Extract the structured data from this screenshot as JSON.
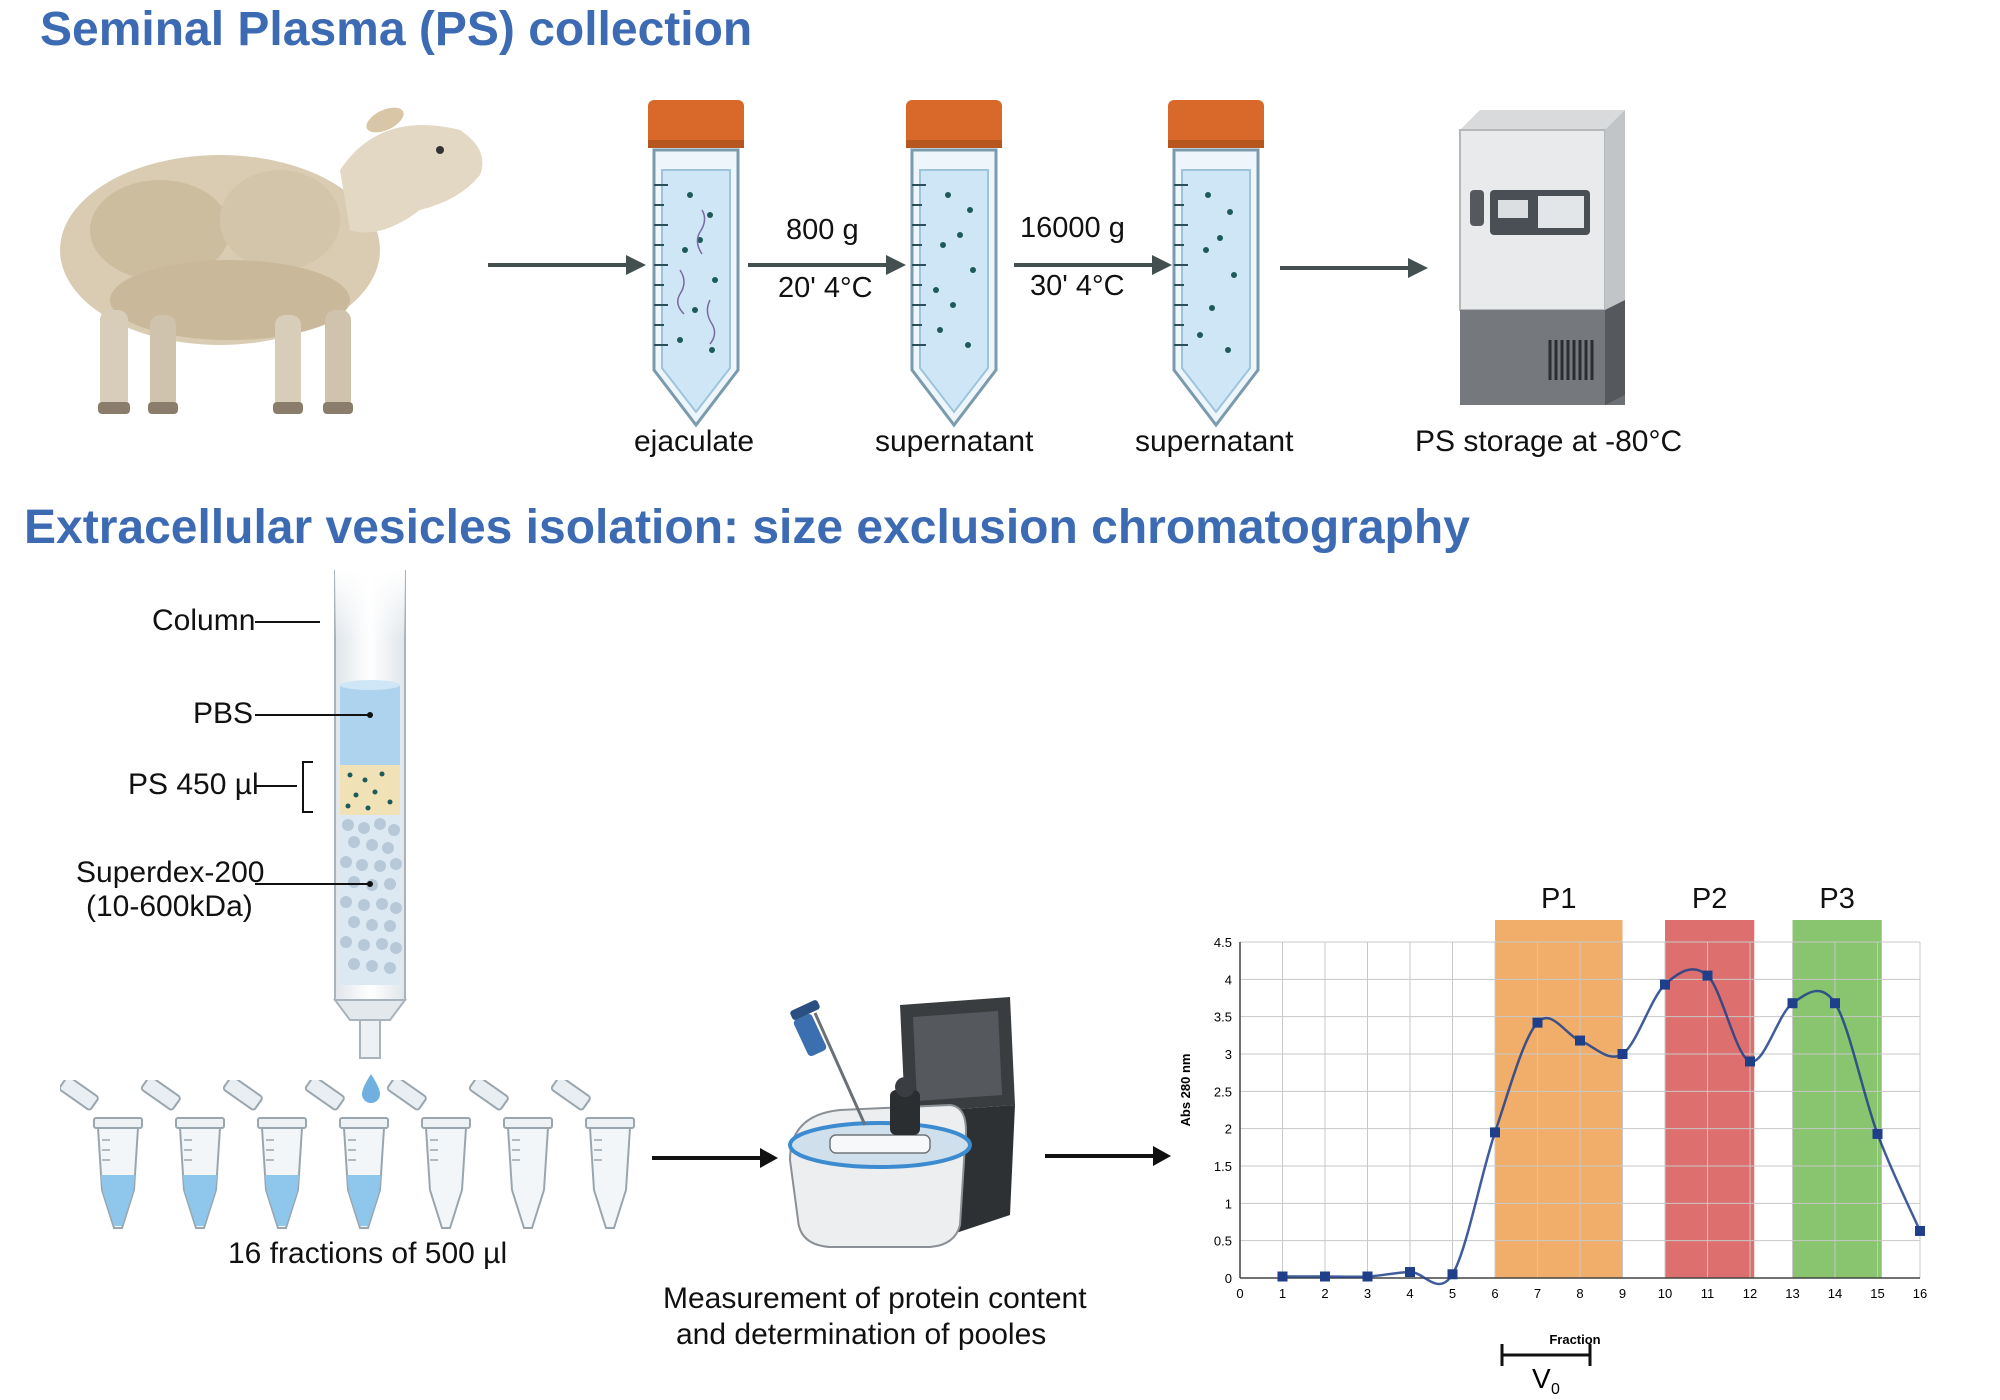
{
  "section1": {
    "title": "Seminal Plasma (PS) collection",
    "tubes": [
      {
        "label": "ejaculate"
      },
      {
        "label": "supernatant"
      },
      {
        "label": "supernatant"
      }
    ],
    "centrifuge_steps": [
      {
        "force": "800 g",
        "time_temp": "20' 4°C"
      },
      {
        "force": "16000 g",
        "time_temp": "30' 4°C"
      }
    ],
    "storage_label": "PS storage at -80°C"
  },
  "section2": {
    "title": "Extracellular vesicles isolation: size exclusion chromatography",
    "column_labels": {
      "column": "Column",
      "pbs": "PBS",
      "ps": "PS 450 µl",
      "superdex_line1": "Superdex-200",
      "superdex_line2": "(10-600kDa)"
    },
    "fractions_label": "16 fractions of 500 µl",
    "measurement_line1": "Measurement of protein content",
    "measurement_line2": "and determination of pooles",
    "v0_label": "V",
    "v0_sub": "0"
  },
  "colors": {
    "title_blue": "#3d6bb3",
    "cap_orange": "#d9692a",
    "tube_liquid": "#cfe6f7",
    "ps_layer": "#f0e2b6",
    "pool_p1": "#f0a55a",
    "pool_p2": "#d9605e",
    "pool_p3": "#7cbf5e",
    "curve": "#1f3f8a"
  },
  "chart_data": {
    "type": "line",
    "title": "",
    "xlabel": "Fraction",
    "ylabel": "Abs 280 nm",
    "xlim": [
      0,
      16
    ],
    "ylim": [
      0,
      4.5
    ],
    "x_ticks": [
      "0",
      "1",
      "2",
      "3",
      "4",
      "5",
      "6",
      "7",
      "8",
      "9",
      "10",
      "11",
      "12",
      "13",
      "14",
      "15",
      "16"
    ],
    "y_ticks": [
      "0",
      "0.5",
      "1",
      "1.5",
      "2",
      "2.5",
      "3",
      "3.5",
      "4",
      "4.5"
    ],
    "grid": true,
    "x": [
      1,
      2,
      3,
      4,
      5,
      6,
      7,
      8,
      9,
      10,
      11,
      12,
      13,
      14,
      15,
      16
    ],
    "y": [
      0.02,
      0.02,
      0.02,
      0.08,
      0.05,
      1.95,
      3.42,
      3.18,
      3.0,
      3.93,
      4.05,
      2.9,
      3.68,
      3.68,
      1.93,
      0.63
    ],
    "pools": [
      {
        "name": "P1",
        "x_start": 6,
        "x_end": 9
      },
      {
        "name": "P2",
        "x_start": 10,
        "x_end": 12.1
      },
      {
        "name": "P3",
        "x_start": 13,
        "x_end": 15.1
      }
    ]
  }
}
